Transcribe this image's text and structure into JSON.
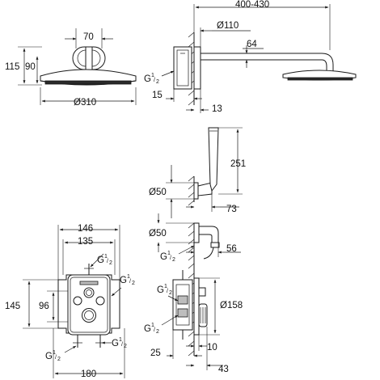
{
  "views": {
    "head_front": {
      "width": "70",
      "height_outer": "115",
      "height_inner": "90",
      "diameter": "Ø310"
    },
    "arm_side": {
      "length": "400-430",
      "rosette_diameter": "Ø110",
      "drop": "64",
      "thread": {
        "base": "G",
        "num": "1",
        "den": "2"
      },
      "wall_depth": "15",
      "rosette_depth": "13"
    },
    "handshower": {
      "length": "251",
      "holder_diameter": "Ø50",
      "offset": "73"
    },
    "outlet": {
      "diameter": "Ø50",
      "thread": {
        "base": "G",
        "num": "1",
        "den": "2"
      },
      "depth": "56"
    },
    "thermostat_front": {
      "width_outer": "146",
      "width_inner": "135",
      "height_outer": "145",
      "height_inner": "96",
      "base_width": "180",
      "thread_top": {
        "base": "G",
        "num": "1",
        "den": "2"
      },
      "thread_right": {
        "base": "G",
        "num": "1",
        "den": "2"
      },
      "thread_bottom_left": {
        "base": "G",
        "num": "1",
        "den": "2"
      },
      "thread_bottom_right": {
        "base": "G",
        "num": "1",
        "den": "2"
      }
    },
    "thermostat_side": {
      "thread_top": {
        "base": "G",
        "num": "1",
        "den": "2"
      },
      "thread_bottom": {
        "base": "G",
        "num": "1",
        "den": "2"
      },
      "diameter": "Ø158",
      "install_depth": "25",
      "plate_depth": "10",
      "total_depth": "43"
    }
  }
}
